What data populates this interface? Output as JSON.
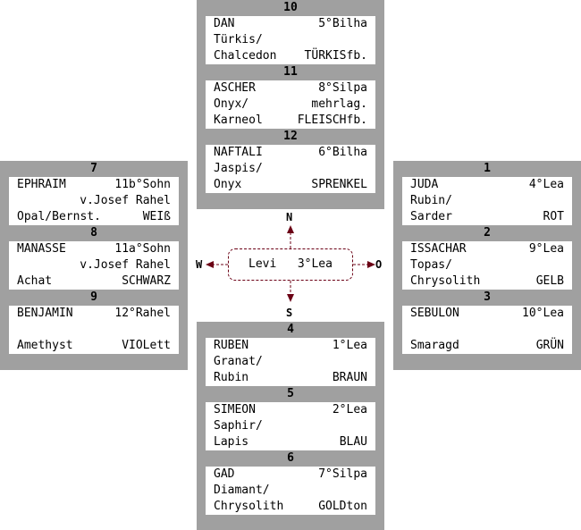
{
  "center": {
    "name": "Levi",
    "order": "3°Lea"
  },
  "directions": {
    "north": "N",
    "south": "S",
    "west": "W",
    "east": "O"
  },
  "colors": {
    "panel": "#a0a0a0",
    "card": "#ffffff",
    "arrows": "#6b0015"
  },
  "groups": [
    {
      "position": "top",
      "entries": [
        {
          "number": "10",
          "lines": [
            {
              "left": "DAN",
              "right": "5°Bilha"
            },
            {
              "left": "Türkis/",
              "right": ""
            },
            {
              "left": "Chalcedon",
              "right": "TÜRKISfb."
            }
          ]
        },
        {
          "number": "11",
          "lines": [
            {
              "left": "ASCHER",
              "right": "8°Silpa"
            },
            {
              "left": "Onyx/",
              "right": "mehrlag."
            },
            {
              "left": "Karneol",
              "right": "FLEISCHfb."
            }
          ]
        },
        {
          "number": "12",
          "lines": [
            {
              "left": "NAFTALI",
              "right": "6°Bilha"
            },
            {
              "left": "Jaspis/",
              "right": ""
            },
            {
              "left": "Onyx",
              "right": "SPRENKEL"
            }
          ]
        }
      ]
    },
    {
      "position": "left",
      "entries": [
        {
          "number": "7",
          "lines": [
            {
              "left": "EPHRAIM",
              "right": "11b°Sohn"
            },
            {
              "left": "",
              "right": "v.Josef Rahel"
            },
            {
              "left": "Opal/Bernst.",
              "right": "WEIß"
            }
          ]
        },
        {
          "number": "8",
          "lines": [
            {
              "left": "MANASSE",
              "right": "11a°Sohn"
            },
            {
              "left": "",
              "right": "v.Josef Rahel"
            },
            {
              "left": "Achat",
              "right": "SCHWARZ"
            }
          ]
        },
        {
          "number": "9",
          "lines": [
            {
              "left": "BENJAMIN",
              "right": "12°Rahel"
            },
            {
              "left": "",
              "right": ""
            },
            {
              "left": "Amethyst",
              "right": "VIOLett"
            }
          ]
        }
      ]
    },
    {
      "position": "right",
      "entries": [
        {
          "number": "1",
          "lines": [
            {
              "left": "JUDA",
              "right": "4°Lea"
            },
            {
              "left": "Rubin/",
              "right": ""
            },
            {
              "left": "Sarder",
              "right": "ROT"
            }
          ]
        },
        {
          "number": "2",
          "lines": [
            {
              "left": "ISSACHAR",
              "right": "9°Lea"
            },
            {
              "left": "Topas/",
              "right": ""
            },
            {
              "left": "Chrysolith",
              "right": "GELB"
            }
          ]
        },
        {
          "number": "3",
          "lines": [
            {
              "left": "SEBULON",
              "right": "10°Lea"
            },
            {
              "left": "",
              "right": ""
            },
            {
              "left": "Smaragd",
              "right": "GRÜN"
            }
          ]
        }
      ]
    },
    {
      "position": "bottom",
      "entries": [
        {
          "number": "4",
          "lines": [
            {
              "left": "RUBEN",
              "right": "1°Lea"
            },
            {
              "left": "Granat/",
              "right": ""
            },
            {
              "left": "Rubin",
              "right": "BRAUN"
            }
          ]
        },
        {
          "number": "5",
          "lines": [
            {
              "left": "SIMEON",
              "right": "2°Lea"
            },
            {
              "left": "Saphir/",
              "right": ""
            },
            {
              "left": "Lapis",
              "right": "BLAU"
            }
          ]
        },
        {
          "number": "6",
          "lines": [
            {
              "left": "GAD",
              "right": "7°Silpa"
            },
            {
              "left": "Diamant/",
              "right": ""
            },
            {
              "left": "Chrysolith",
              "right": "GOLDton"
            }
          ]
        }
      ]
    }
  ]
}
